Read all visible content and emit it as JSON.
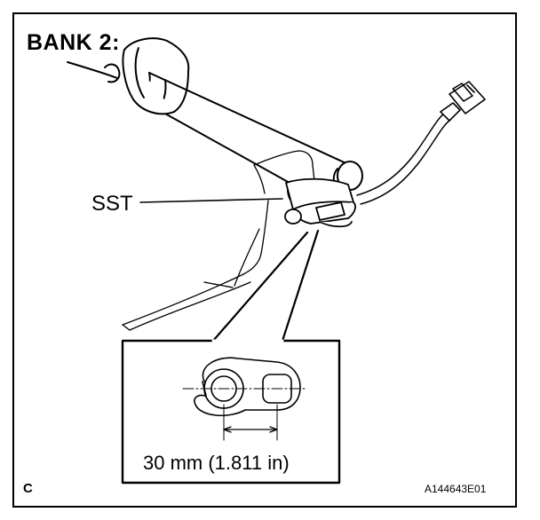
{
  "figure": {
    "heading": "BANK 2:",
    "callout_label": "SST",
    "measurement": "30 mm (1.811 in)",
    "corner_code": "C",
    "figure_id": "A144643E01"
  }
}
